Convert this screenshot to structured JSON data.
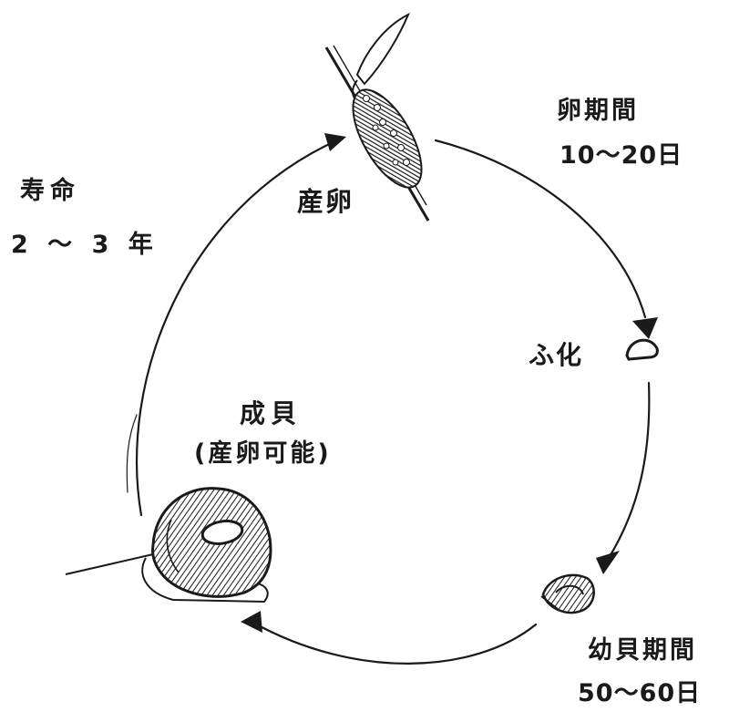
{
  "labels": {
    "egg_period": "卵期間",
    "egg_days": "10～20日",
    "lifespan": "寿命",
    "lifespan_years": "2 ～ 3 年",
    "spawning": "産卵",
    "hatching": "ふ化",
    "adult": "成貝",
    "adult_sub": "(産卵可能)",
    "juvenile_period": "幼貝期間",
    "juvenile_days": "50～60日"
  },
  "illustrations": {
    "egg_cluster": "egg-cluster-on-stem-icon",
    "hatchling": "hatchling-snail-icon",
    "juvenile": "juvenile-snail-icon",
    "adult": "adult-apple-snail-icon"
  },
  "colors": {
    "ink": "#1a1a1a",
    "background": "#ffffff"
  }
}
